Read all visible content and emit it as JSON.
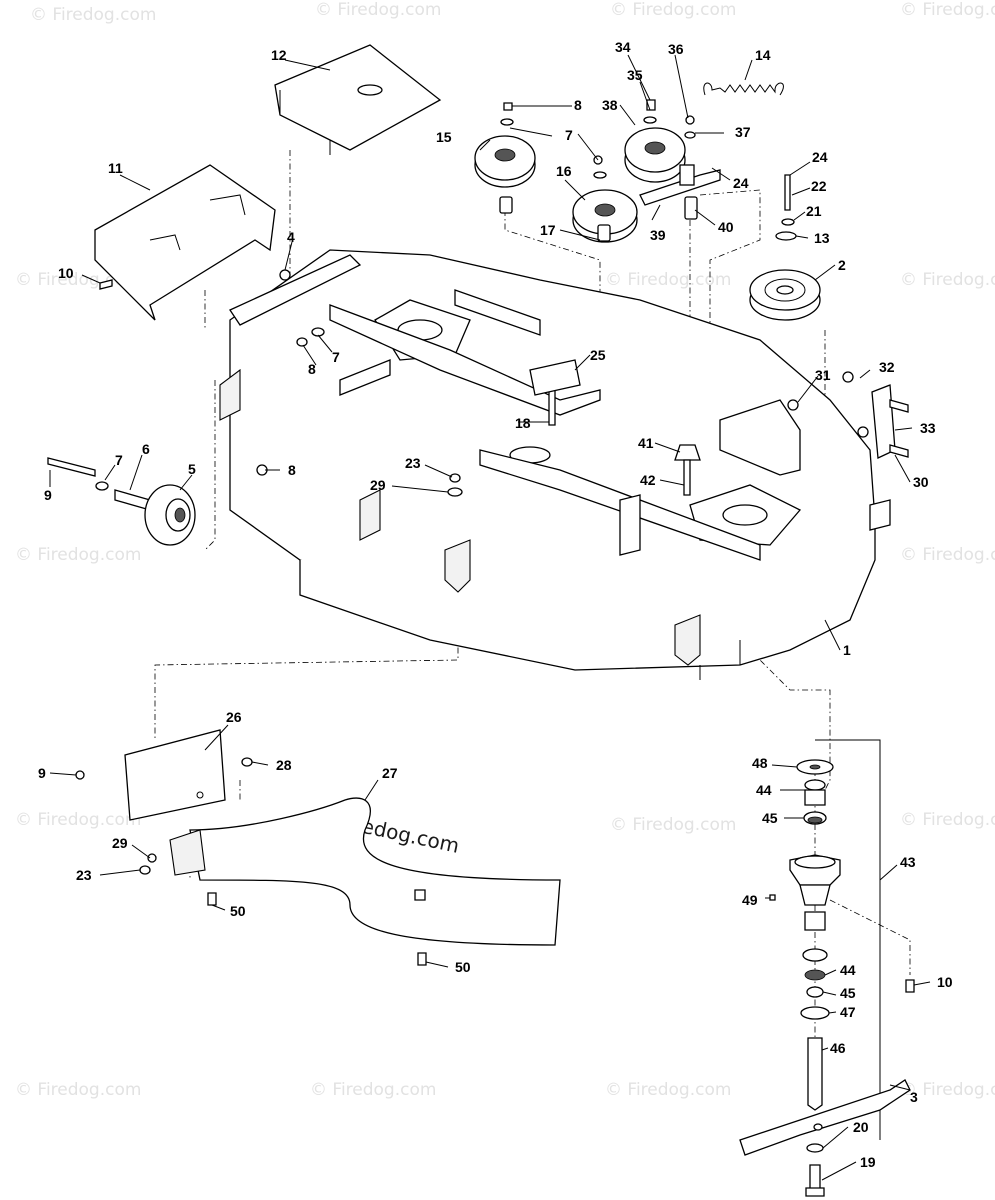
{
  "watermark": "© Firedog.com",
  "watermark_center": "© Firedog.com",
  "callouts": [
    {
      "id": "c12",
      "label": "12"
    },
    {
      "id": "c11",
      "label": "11"
    },
    {
      "id": "c10a",
      "label": "10"
    },
    {
      "id": "c4",
      "label": "4"
    },
    {
      "id": "c7a",
      "label": "7"
    },
    {
      "id": "c8a",
      "label": "8"
    },
    {
      "id": "c9a",
      "label": "9"
    },
    {
      "id": "c7b",
      "label": "7"
    },
    {
      "id": "c6",
      "label": "6"
    },
    {
      "id": "c5",
      "label": "5"
    },
    {
      "id": "c8b",
      "label": "8"
    },
    {
      "id": "c34",
      "label": "34"
    },
    {
      "id": "c36",
      "label": "36"
    },
    {
      "id": "c14",
      "label": "14"
    },
    {
      "id": "c35",
      "label": "35"
    },
    {
      "id": "c8c",
      "label": "8"
    },
    {
      "id": "c38",
      "label": "38"
    },
    {
      "id": "c37",
      "label": "37"
    },
    {
      "id": "c15",
      "label": "15"
    },
    {
      "id": "c7c",
      "label": "7"
    },
    {
      "id": "c16",
      "label": "16"
    },
    {
      "id": "c24a",
      "label": "24"
    },
    {
      "id": "c24b",
      "label": "24"
    },
    {
      "id": "c22",
      "label": "22"
    },
    {
      "id": "c21",
      "label": "21"
    },
    {
      "id": "c17",
      "label": "17"
    },
    {
      "id": "c39",
      "label": "39"
    },
    {
      "id": "c40",
      "label": "40"
    },
    {
      "id": "c13",
      "label": "13"
    },
    {
      "id": "c2",
      "label": "2"
    },
    {
      "id": "c25",
      "label": "25"
    },
    {
      "id": "c31",
      "label": "31"
    },
    {
      "id": "c32",
      "label": "32"
    },
    {
      "id": "c18",
      "label": "18"
    },
    {
      "id": "c33",
      "label": "33"
    },
    {
      "id": "c41",
      "label": "41"
    },
    {
      "id": "c23a",
      "label": "23"
    },
    {
      "id": "c29a",
      "label": "29"
    },
    {
      "id": "c42",
      "label": "42"
    },
    {
      "id": "c30",
      "label": "30"
    },
    {
      "id": "c1",
      "label": "1"
    },
    {
      "id": "c26",
      "label": "26"
    },
    {
      "id": "c9b",
      "label": "9"
    },
    {
      "id": "c28",
      "label": "28"
    },
    {
      "id": "c27",
      "label": "27"
    },
    {
      "id": "c29b",
      "label": "29"
    },
    {
      "id": "c23b",
      "label": "23"
    },
    {
      "id": "c50a",
      "label": "50"
    },
    {
      "id": "c50b",
      "label": "50"
    },
    {
      "id": "c48",
      "label": "48"
    },
    {
      "id": "c44a",
      "label": "44"
    },
    {
      "id": "c45a",
      "label": "45"
    },
    {
      "id": "c43",
      "label": "43"
    },
    {
      "id": "c49",
      "label": "49"
    },
    {
      "id": "c10b",
      "label": "10"
    },
    {
      "id": "c44b",
      "label": "44"
    },
    {
      "id": "c45b",
      "label": "45"
    },
    {
      "id": "c47",
      "label": "47"
    },
    {
      "id": "c46",
      "label": "46"
    },
    {
      "id": "c3",
      "label": "3"
    },
    {
      "id": "c20",
      "label": "20"
    },
    {
      "id": "c19",
      "label": "19"
    }
  ]
}
